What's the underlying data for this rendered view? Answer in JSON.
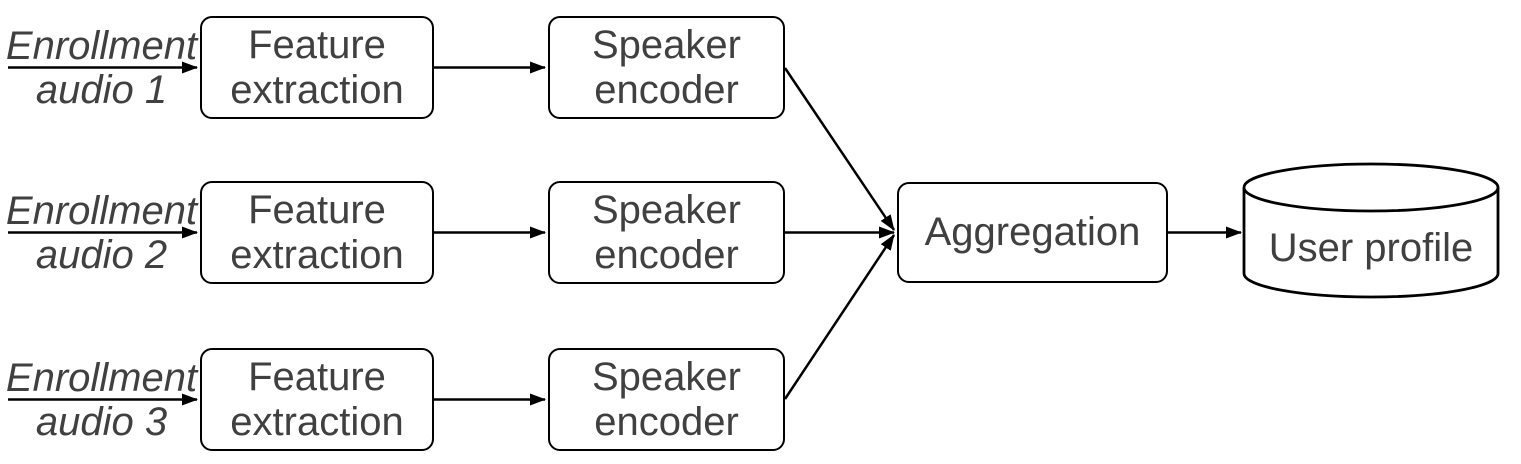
{
  "nodes": {
    "inputs": [
      {
        "line1": "Enrollment",
        "line2": "audio 1"
      },
      {
        "line1": "Enrollment",
        "line2": "audio 2"
      },
      {
        "line1": "Enrollment",
        "line2": "audio 3"
      }
    ],
    "feature_extraction": {
      "line1": "Feature",
      "line2": "extraction"
    },
    "speaker_encoder": {
      "line1": "Speaker",
      "line2": "encoder"
    },
    "aggregation": {
      "label": "Aggregation"
    },
    "user_profile": {
      "label": "User profile"
    }
  },
  "colors": {
    "stroke": "#000000",
    "text": "#404040",
    "fill": "#ffffff",
    "background": "#ffffff"
  }
}
